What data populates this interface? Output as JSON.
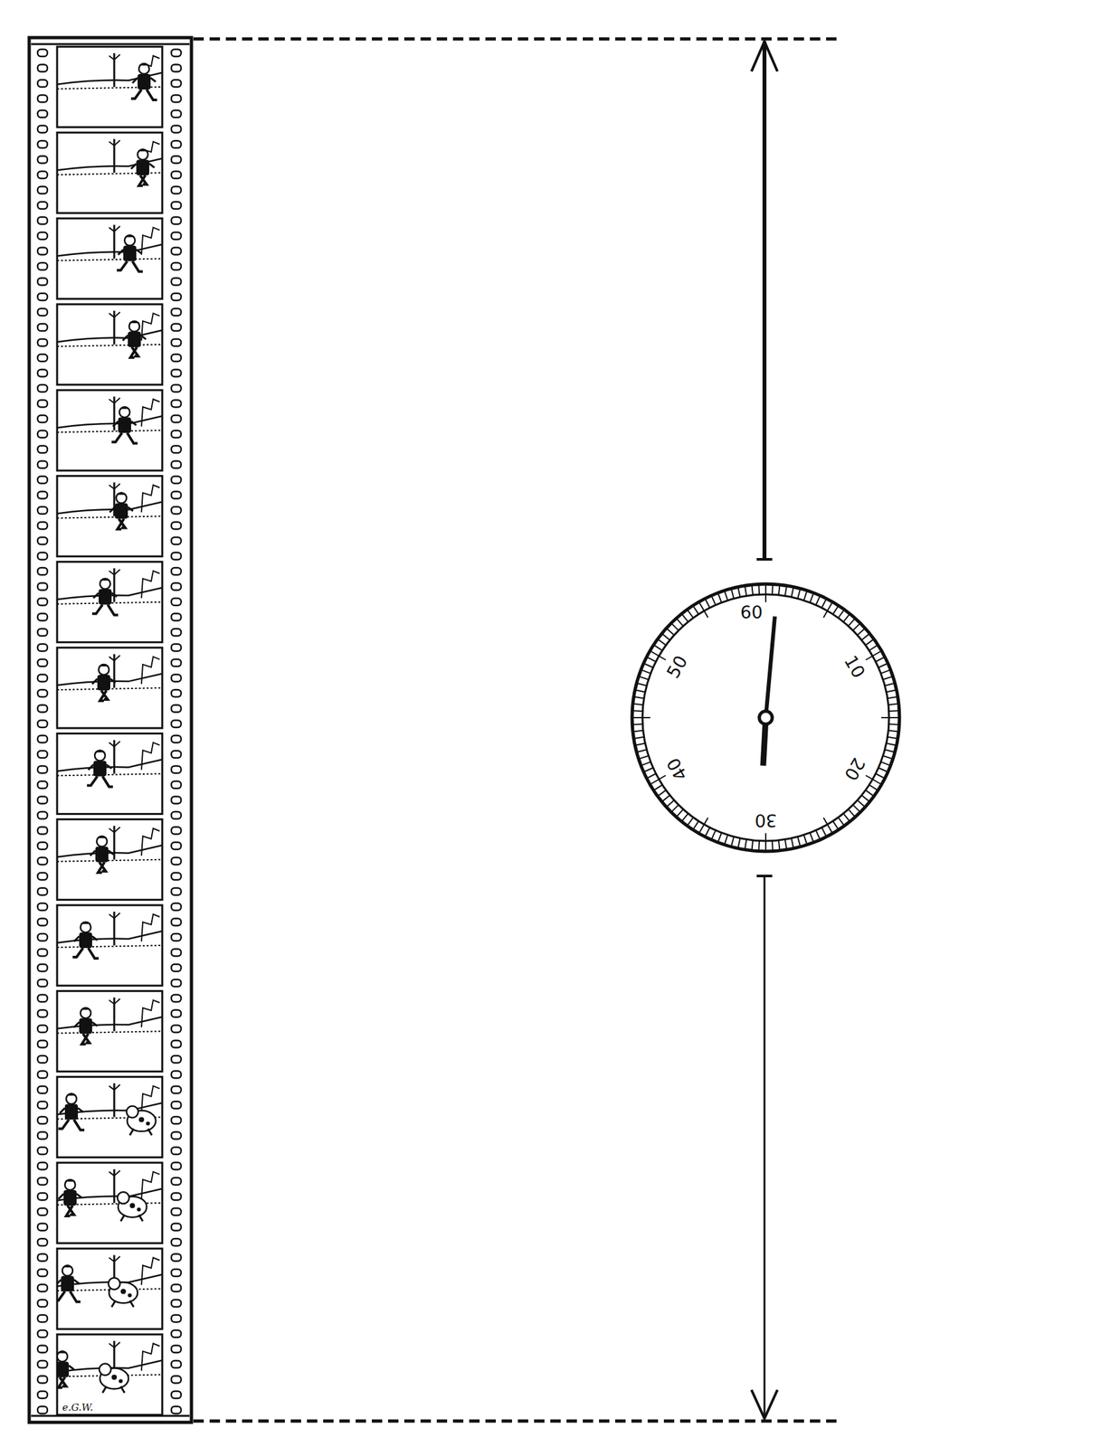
{
  "diagram": {
    "labels": [
      "60",
      "10",
      "20",
      "30",
      "40",
      "50",
      "e.G.W."
    ]
  }
}
